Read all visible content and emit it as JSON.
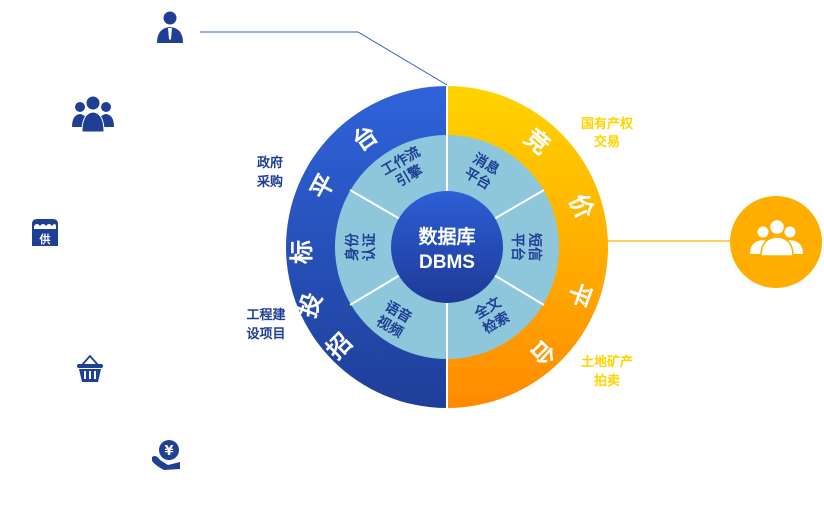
{
  "diagram": {
    "center": {
      "line1": "数据库",
      "line2": "DBMS"
    },
    "left_half": {
      "outer_chars": [
        "招",
        "投",
        "标",
        "平",
        "台"
      ],
      "inner_segments": [
        {
          "line1": "工作流",
          "line2": "引擎"
        },
        {
          "line1": "身份",
          "line2": "认证"
        },
        {
          "line1": "语音",
          "line2": "视频"
        }
      ],
      "side_labels": [
        {
          "line1": "政府",
          "line2": "采购"
        },
        {
          "line1": "工程建",
          "line2": "设项目"
        }
      ]
    },
    "right_half": {
      "outer_chars": [
        "竞",
        "价",
        "平",
        "台"
      ],
      "inner_segments": [
        {
          "line1": "消息",
          "line2": "平台"
        },
        {
          "line1": "短信",
          "line2": "平台"
        },
        {
          "line1": "全文",
          "line2": "检索"
        }
      ],
      "side_labels": [
        {
          "line1": "国有产权",
          "line2": "交易"
        },
        {
          "line1": "土地矿产",
          "line2": "拍卖"
        }
      ]
    },
    "left_icons": [
      "single-user-icon",
      "user-group-icon",
      "supply-store-icon",
      "shopping-basket-icon",
      "yen-hand-icon"
    ],
    "left_icon_store_label": "供",
    "left_icon_yen_label": "¥",
    "right_icon": "user-group-icon",
    "colors": {
      "blue_dark": "#1e3f98",
      "blue_bright": "#2f63db",
      "inner_ring": "#8ec7dc",
      "center_top": "#2c5fd6",
      "center_bottom": "#1e3a96",
      "yellow_top": "#ffd400",
      "orange_bottom": "#ff8a00",
      "label_blue": "#1f3f94",
      "label_yellow": "#ffd400",
      "connector_orange": "#ffae00"
    }
  }
}
